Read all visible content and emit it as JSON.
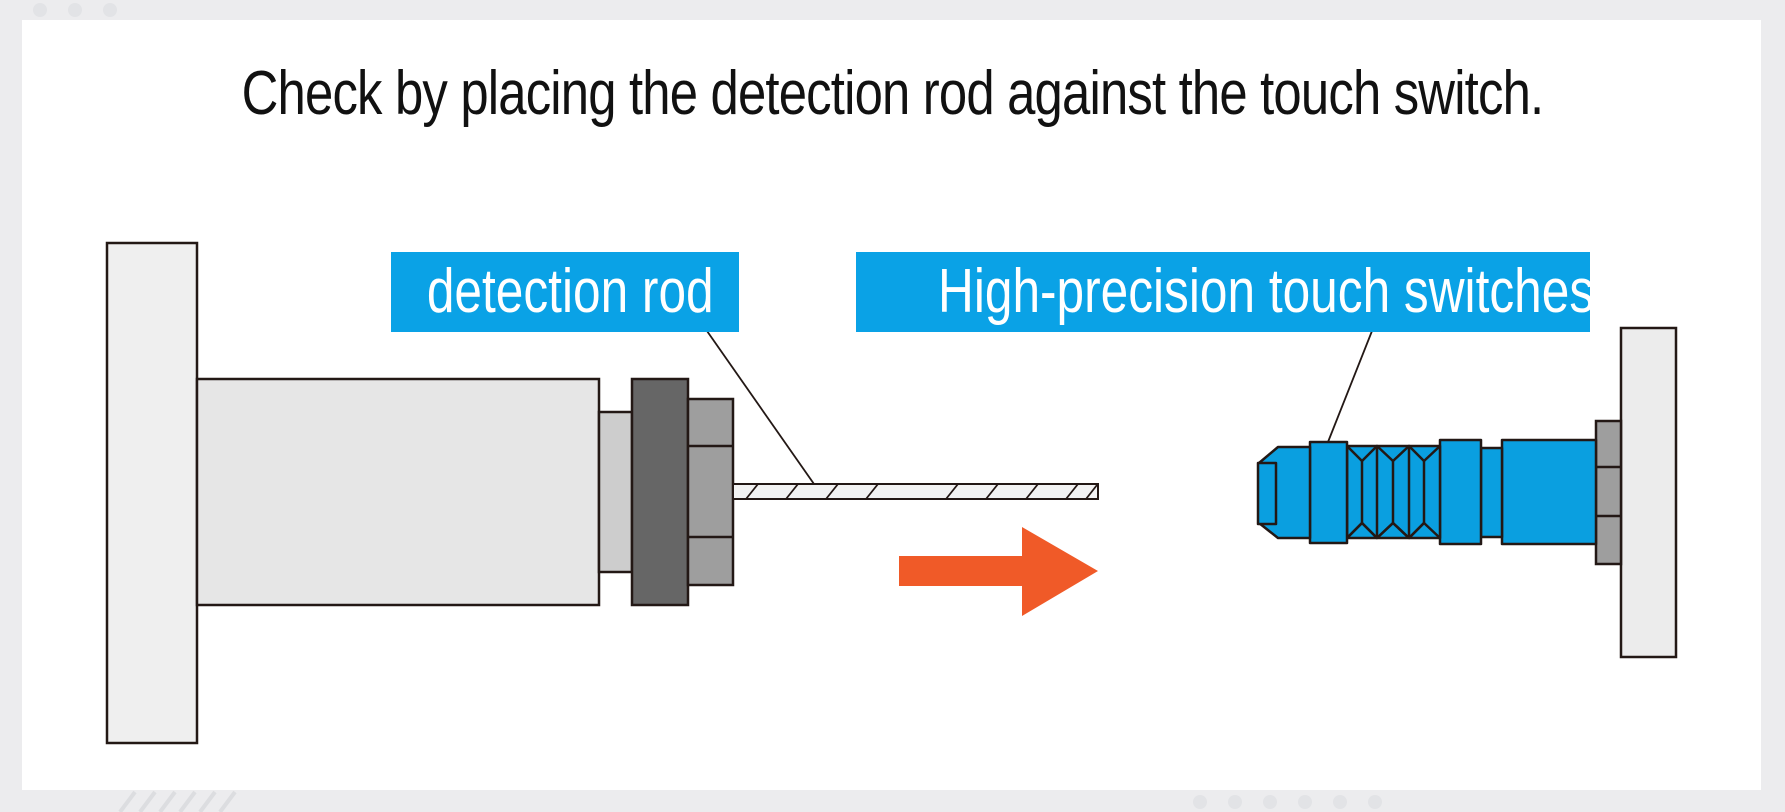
{
  "title": "Check by placing the detection rod against the touch switch.",
  "labels": {
    "detection_rod": "detection rod",
    "touch_switch": "High-precision touch switches"
  },
  "colors": {
    "label_bg": "#0aa2e6",
    "switch_blue": "#0a9fe0",
    "arrow": "#f05a28",
    "panel": "#ffffff",
    "background": "#ececee"
  }
}
